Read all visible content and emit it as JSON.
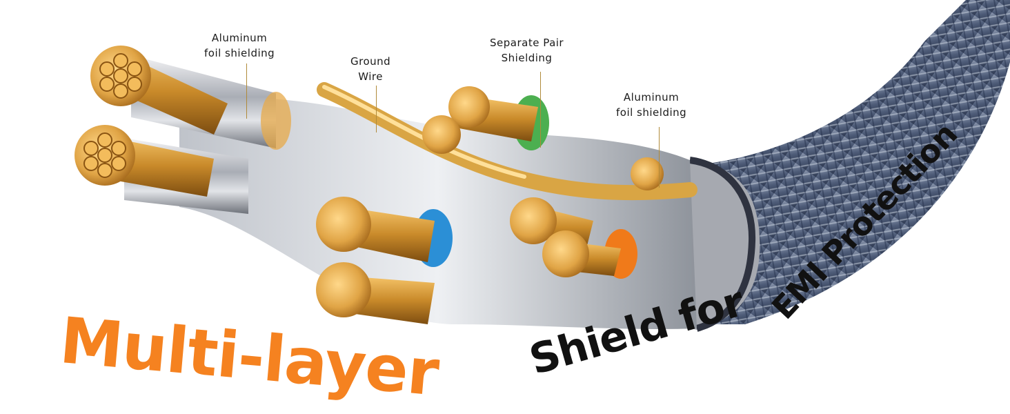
{
  "callouts": {
    "foil_left": {
      "line1": "Aluminum",
      "line2": "foil shielding"
    },
    "ground_wire": {
      "line1": "Ground",
      "line2": "Wire"
    },
    "pair_shielding": {
      "line1": "Separate Pair",
      "line2": "Shielding"
    },
    "foil_right": {
      "line1": "Aluminum",
      "line2": "foil shielding"
    }
  },
  "headline": {
    "part1": "Multi-layer",
    "part2": "Shield for",
    "part3": "EMI Protection"
  },
  "colors": {
    "accent_orange": "#f58220",
    "copper": "#d89a3a",
    "braid_blue": "#5a6a86",
    "pair_green": "#4caf50",
    "pair_blue": "#2b8fd6",
    "pair_orange": "#f07a1a"
  }
}
